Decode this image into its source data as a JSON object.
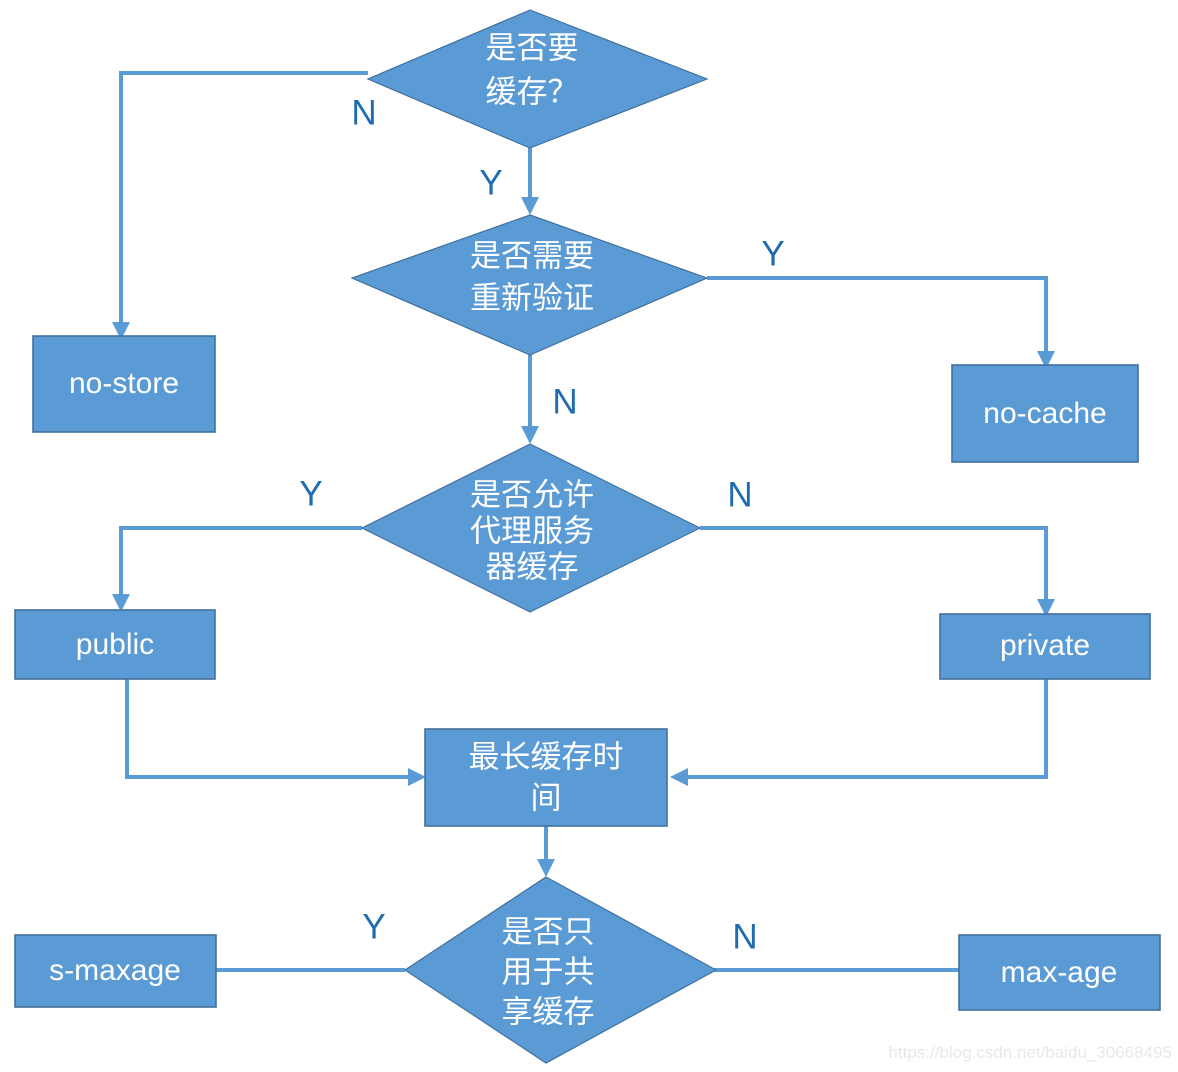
{
  "diagram": {
    "title": "HTTP Cache-Control decision flowchart",
    "colors": {
      "shape_fill": "#5b9bd5",
      "shape_stroke": "#41719c",
      "connector": "#5b9bd5",
      "label_text": "#ffffff",
      "branch_text": "#1f6cb0",
      "background": "#ffffff",
      "watermark": "#e8e8e8"
    },
    "nodes": [
      {
        "id": "d1",
        "type": "decision",
        "lines": [
          "是否要",
          "缓存？"
        ]
      },
      {
        "id": "d2",
        "type": "decision",
        "lines": [
          "是否需要",
          "重新验证"
        ]
      },
      {
        "id": "d3",
        "type": "decision",
        "lines": [
          "是否允许",
          "代理服务",
          "器缓存"
        ]
      },
      {
        "id": "d4",
        "type": "decision",
        "lines": [
          "是否只",
          "用于共",
          "享缓存"
        ]
      },
      {
        "id": "b-no-store",
        "type": "process",
        "lines": [
          "no-store"
        ]
      },
      {
        "id": "b-no-cache",
        "type": "process",
        "lines": [
          "no-cache"
        ]
      },
      {
        "id": "b-public",
        "type": "process",
        "lines": [
          "public"
        ]
      },
      {
        "id": "b-private",
        "type": "process",
        "lines": [
          "private"
        ]
      },
      {
        "id": "b-maxtime",
        "type": "process",
        "lines": [
          "最长缓存时",
          "间"
        ]
      },
      {
        "id": "b-s-maxage",
        "type": "process",
        "lines": [
          "s-maxage"
        ]
      },
      {
        "id": "b-max-age",
        "type": "process",
        "lines": [
          "max-age"
        ]
      }
    ],
    "branch_labels": {
      "d1_no": "N",
      "d1_yes": "Y",
      "d2_yes": "Y",
      "d2_no": "N",
      "d3_yes": "Y",
      "d3_no": "N",
      "d4_yes": "Y",
      "d4_no": "N"
    },
    "watermark": "https://blog.csdn.net/baidu_30668495"
  }
}
